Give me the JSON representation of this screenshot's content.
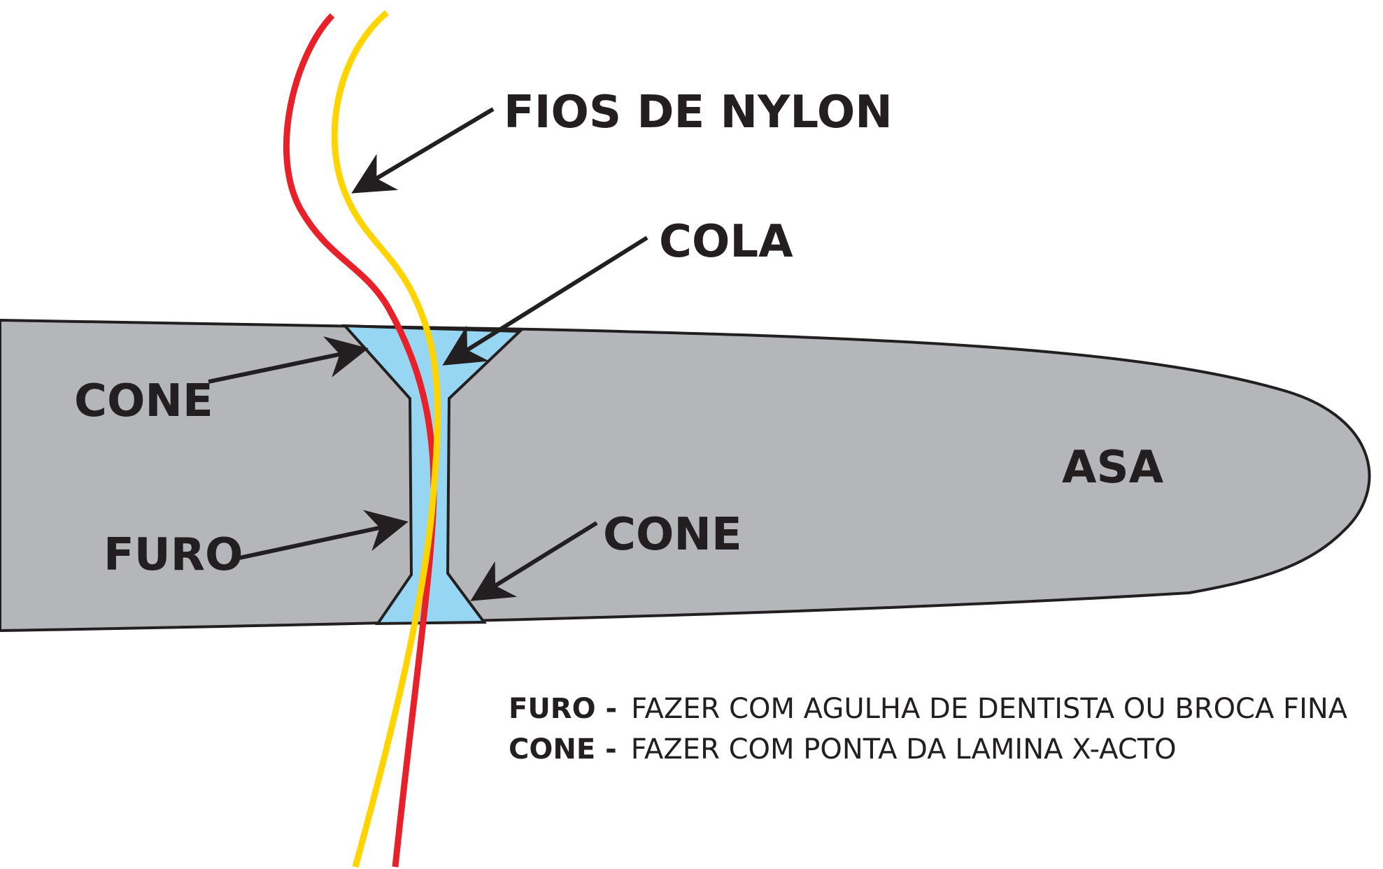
{
  "labels": {
    "nylon": "FIOS DE NYLON",
    "glue": "COLA",
    "cone_left": "CONE",
    "cone_right": "CONE",
    "hole": "FURO",
    "wing": "ASA"
  },
  "legend": [
    {
      "key": "FURO -",
      "desc": "FAZER COM AGULHA DE DENTISTA OU BROCA FINA"
    },
    {
      "key": "CONE -",
      "desc": "FAZER COM PONTA DA LAMINA X-ACTO"
    }
  ],
  "colors": {
    "wing_fill": "#b5b6b9",
    "hole_fill": "#96d6f2",
    "thread_red": "#e8202a",
    "thread_yellow": "#ffd400",
    "ink": "#231f20"
  }
}
